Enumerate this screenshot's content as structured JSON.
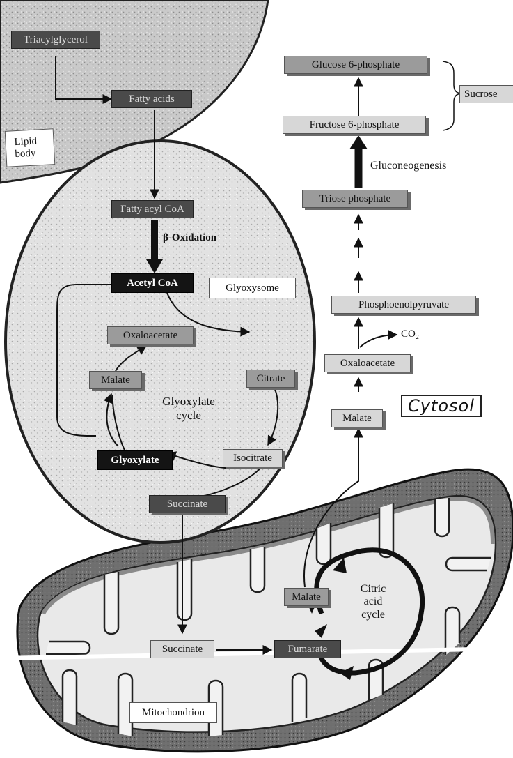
{
  "compartments": {
    "lipid_body": "Lipid body",
    "glyoxysome": "Glyoxysome",
    "cytosol": "Cytosol",
    "mitochondrion": "Mitochondrion"
  },
  "metabolites": {
    "triacylglycerol": "Triacylglycerol",
    "fatty_acids": "Fatty acids",
    "fatty_acyl_coa": "Fatty acyl CoA",
    "acetyl_coa": "Acetyl CoA",
    "oxaloacetate_glyox": "Oxaloacetate",
    "malate_glyox": "Malate",
    "citrate": "Citrate",
    "glyoxylate": "Glyoxylate",
    "isocitrate": "Isocitrate",
    "succinate_glyox": "Succinate",
    "succinate_mito": "Succinate",
    "fumarate": "Fumarate",
    "malate_mito": "Malate",
    "malate_cyto": "Malate",
    "oxaloacetate_cyto": "Oxaloacetate",
    "pep": "Phosphoenolpyruvate",
    "triose_phosphate": "Triose phosphate",
    "fructose_6p": "Fructose 6-phosphate",
    "glucose_6p": "Glucose 6-phosphate",
    "sucrose": "Sucrose",
    "co2": "CO₂"
  },
  "processes": {
    "beta_oxidation": "β-Oxidation",
    "glyoxylate_cycle": "Glyoxylate cycle",
    "gluconeogenesis": "Gluconeogenesis",
    "citric_acid_cycle": "Citric acid cycle"
  }
}
